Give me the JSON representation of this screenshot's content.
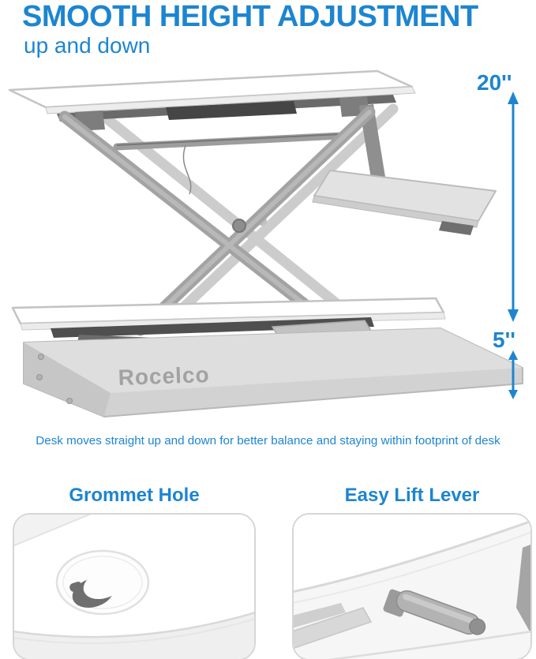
{
  "header": {
    "title": "SMOOTH HEIGHT ADJUSTMENT",
    "subtitle": "up and down"
  },
  "hero": {
    "brand": "Rocelco",
    "measurement_top": "20''",
    "measurement_bottom": "5''",
    "caption": "Desk moves straight up and down for better balance and staying within footprint of desk"
  },
  "features": [
    {
      "label": "Grommet Hole"
    },
    {
      "label": "Easy Lift Lever"
    }
  ],
  "colors": {
    "accent_blue": "#1d85d0",
    "metal_gray": "#a3a3a3",
    "brand_gray": "#a2a2a2"
  }
}
